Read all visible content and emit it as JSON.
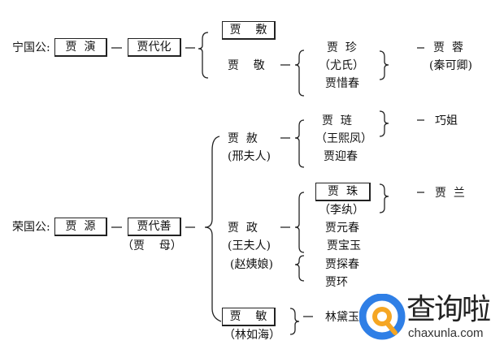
{
  "ningguo": {
    "title": "宁国公:",
    "gen1": "贾  演",
    "gen2": "贾代化",
    "fu": "贾    敷",
    "jing": "贾    敬",
    "zhen": "贾  珍",
    "you": "（尤氏）",
    "xichun": "贾惜春",
    "rong": "贾  蓉",
    "qin": "(秦可卿)"
  },
  "rongguo": {
    "title": "荣国公:",
    "gen1": "贾  源",
    "gen2": "贾代善",
    "mu": "（贾    母）",
    "she": "贾  赦",
    "xing": "(邢夫人)",
    "lian": "贾  琏",
    "wang_xifeng": "（王熙凤）",
    "yingchun": "贾迎春",
    "qiaojie": "巧姐",
    "zheng": "贾  政",
    "wang_furen": "(王夫人)",
    "zhao": "(赵姨娘)",
    "zhu": "贾  珠",
    "li": "（李纨）",
    "yuanchun": "贾元春",
    "baoyu": "贾宝玉",
    "tanchun": "贾探春",
    "huan": "贾环",
    "lan": "贾  兰",
    "min": "贾    敏",
    "lin_ruhai": "（林如海）",
    "daiyu": "林黛玉"
  },
  "watermark": {
    "name": "查询啦",
    "url": "chaxunla.com",
    "colors": {
      "blue": "#2f7fe6",
      "orange": "#f5a623"
    }
  }
}
